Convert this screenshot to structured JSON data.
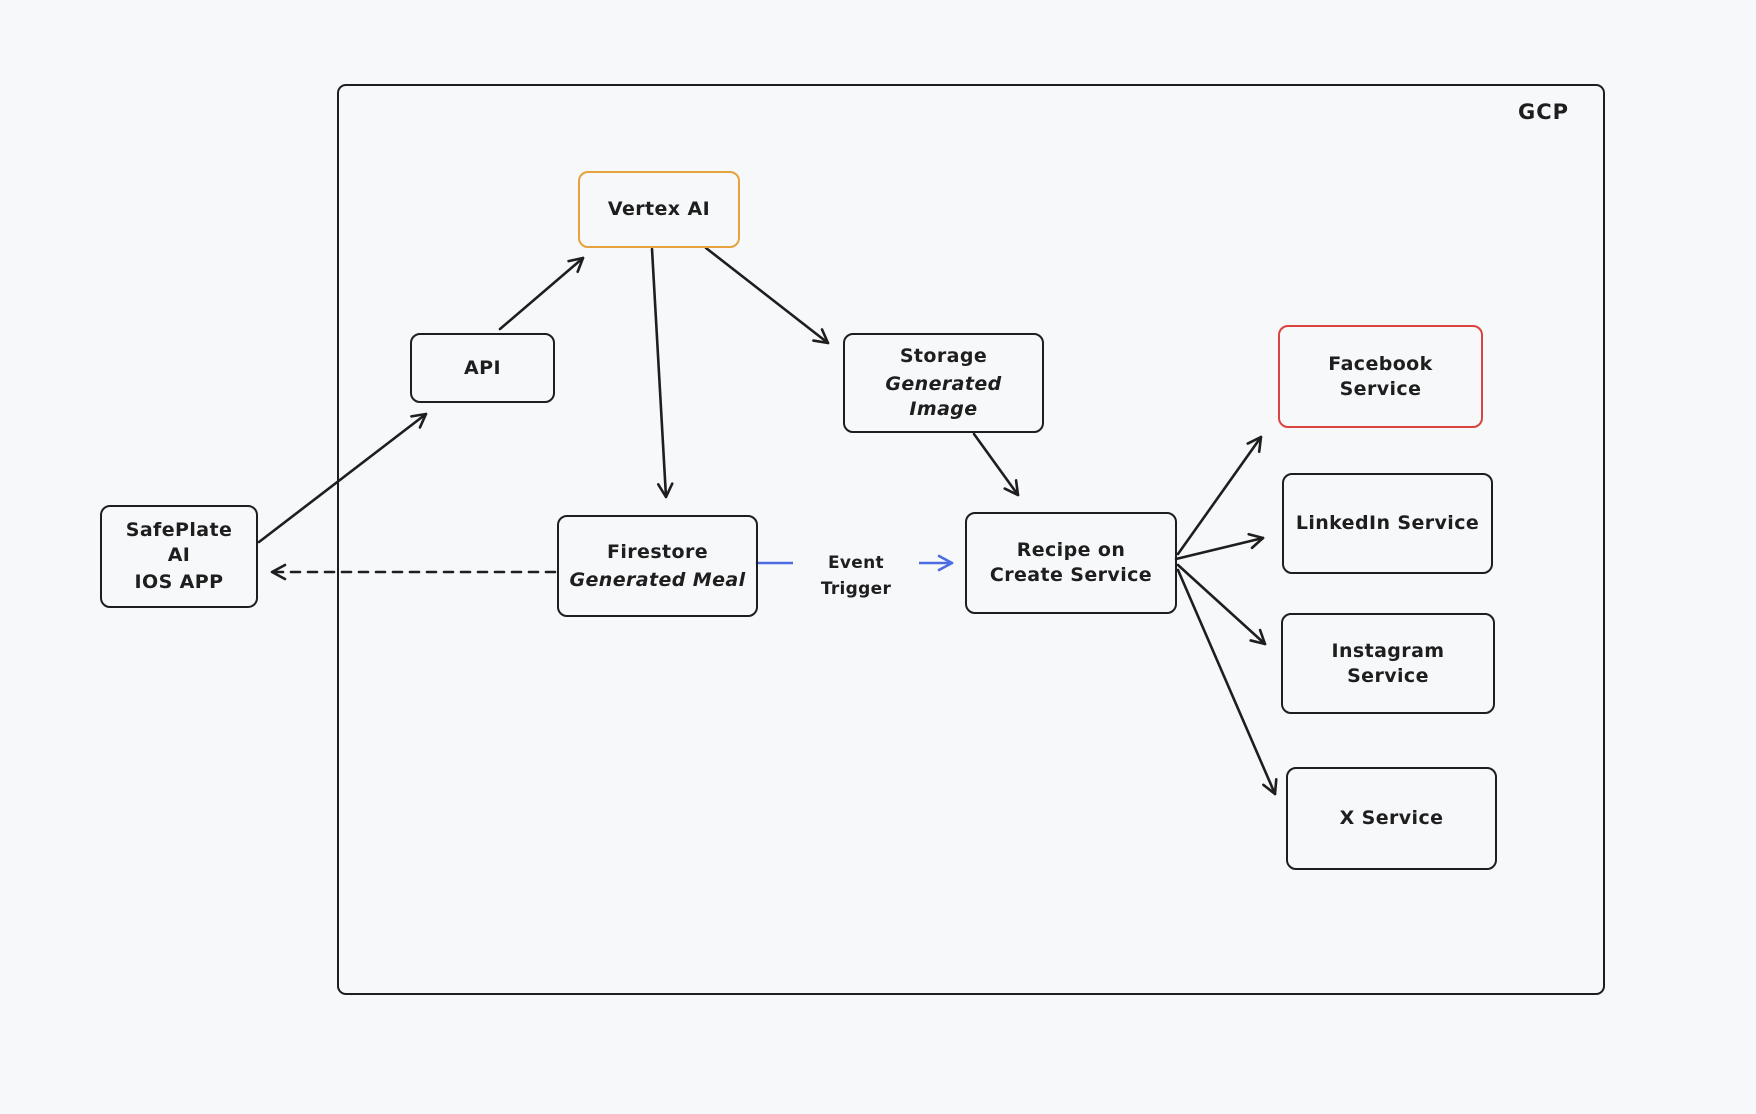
{
  "diagram": {
    "container_label": "GCP",
    "nodes": {
      "safeplate": {
        "line1": "SafePlate AI",
        "line2": "IOS APP"
      },
      "api": {
        "title": "API"
      },
      "vertex_ai": {
        "title": "Vertex AI"
      },
      "storage": {
        "title": "Storage",
        "subtitle": "Generated Image"
      },
      "firestore": {
        "title": "Firestore",
        "subtitle": "Generated Meal"
      },
      "recipe": {
        "title": "Recipe on Create Service"
      },
      "facebook": {
        "title": "Facebook Service"
      },
      "linkedin": {
        "title": "LinkedIn Service"
      },
      "instagram": {
        "title": "Instagram Service"
      },
      "x": {
        "title": "X Service"
      }
    },
    "edge_labels": {
      "event_trigger": "Event Trigger"
    },
    "edges": [
      {
        "from": "safeplate",
        "to": "api",
        "style": "solid"
      },
      {
        "from": "api",
        "to": "vertex_ai",
        "style": "solid"
      },
      {
        "from": "vertex_ai",
        "to": "firestore",
        "style": "solid"
      },
      {
        "from": "vertex_ai",
        "to": "storage",
        "style": "solid"
      },
      {
        "from": "storage",
        "to": "recipe",
        "style": "solid"
      },
      {
        "from": "firestore",
        "to": "safeplate",
        "style": "dashed"
      },
      {
        "from": "firestore",
        "to": "recipe",
        "style": "solid-blue",
        "label": "Event Trigger"
      },
      {
        "from": "recipe",
        "to": "facebook",
        "style": "solid"
      },
      {
        "from": "recipe",
        "to": "linkedin",
        "style": "solid"
      },
      {
        "from": "recipe",
        "to": "instagram",
        "style": "solid"
      },
      {
        "from": "recipe",
        "to": "x",
        "style": "solid"
      }
    ],
    "colors": {
      "stroke": "#1e1e1e",
      "accent_orange": "#e6a23c",
      "accent_red": "#d9443f",
      "accent_blue": "#4d6ce0",
      "background": "#f7f8fa"
    }
  }
}
